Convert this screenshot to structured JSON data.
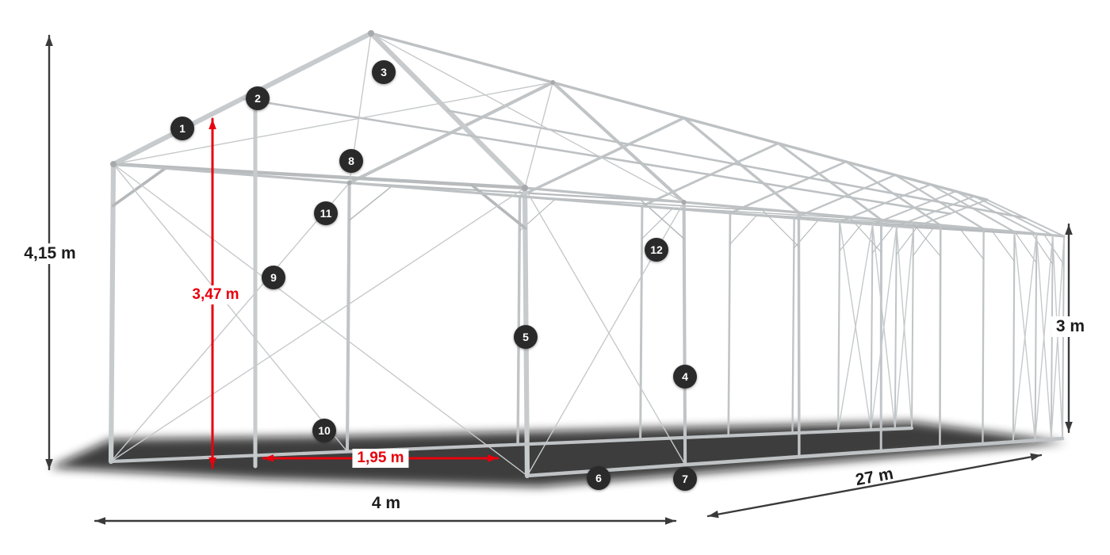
{
  "diagram": {
    "type": "tent-frame-construction-wireframe",
    "colors": {
      "accent_red": "#e8000d",
      "badge_background": "#2a2a2a",
      "frame_gray": "#c3c7c9",
      "dimension_black": "#3a3a3a"
    },
    "badges": [
      "1",
      "2",
      "3",
      "4",
      "5",
      "6",
      "7",
      "8",
      "9",
      "10",
      "11",
      "12"
    ],
    "dimensions": {
      "total_height": "4,15 m",
      "door_height": "3,47 m",
      "side_height": "3 m",
      "front_width": "4 m",
      "length": "27 m",
      "door_width": "1,95 m"
    }
  }
}
